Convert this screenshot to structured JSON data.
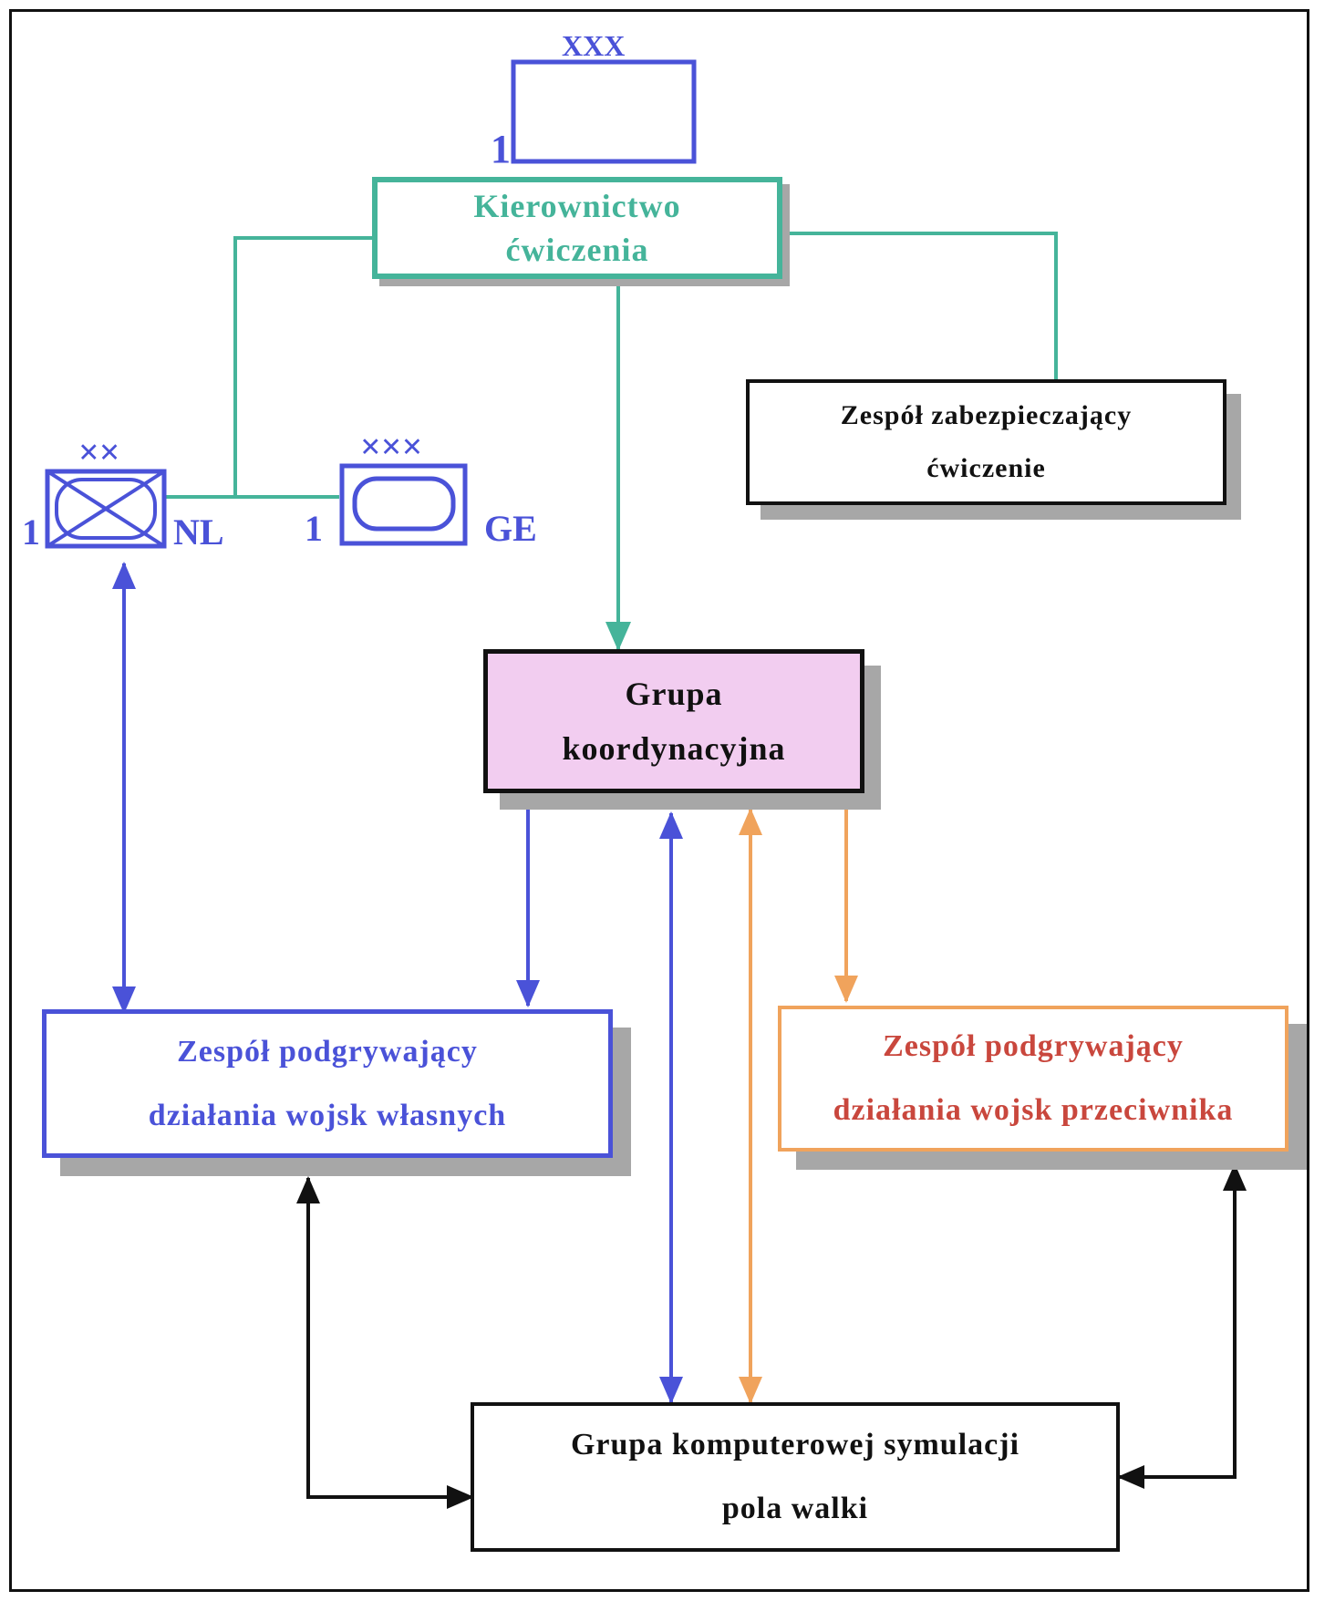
{
  "colors": {
    "teal": "#45b49a",
    "blue": "#4a52d8",
    "orange": "#f0a35c",
    "red": "#c9473d",
    "black": "#111111",
    "pink": "#f2cdf0",
    "shadow": "#a7a7a7"
  },
  "nodes": {
    "top_unit": {
      "echelon": "XXX",
      "designator": "1"
    },
    "leadership": {
      "line1": "Kierownictwo",
      "line2": "ćwiczenia"
    },
    "security_team": {
      "line1": "Zespół zabezpieczający",
      "line2": "ćwiczenie"
    },
    "nl_unit": {
      "echelon": "××",
      "designator": "1",
      "nation": "NL",
      "icon": "armored-infantry-icon"
    },
    "ge_unit": {
      "echelon": "×××",
      "designator": "1",
      "nation": "GE",
      "icon": "armor-icon"
    },
    "coordination_group": {
      "line1": "Grupa",
      "line2": "koordynacyjna"
    },
    "own_forces_team": {
      "line1": "Zespół podgrywający",
      "line2": "działania wojsk własnych"
    },
    "enemy_forces_team": {
      "line1": "Zespół podgrywający",
      "line2": "działania wojsk przeciwnika"
    },
    "simulation_group": {
      "line1": "Grupa komputerowej symulacji",
      "line2": "pola walki"
    }
  }
}
